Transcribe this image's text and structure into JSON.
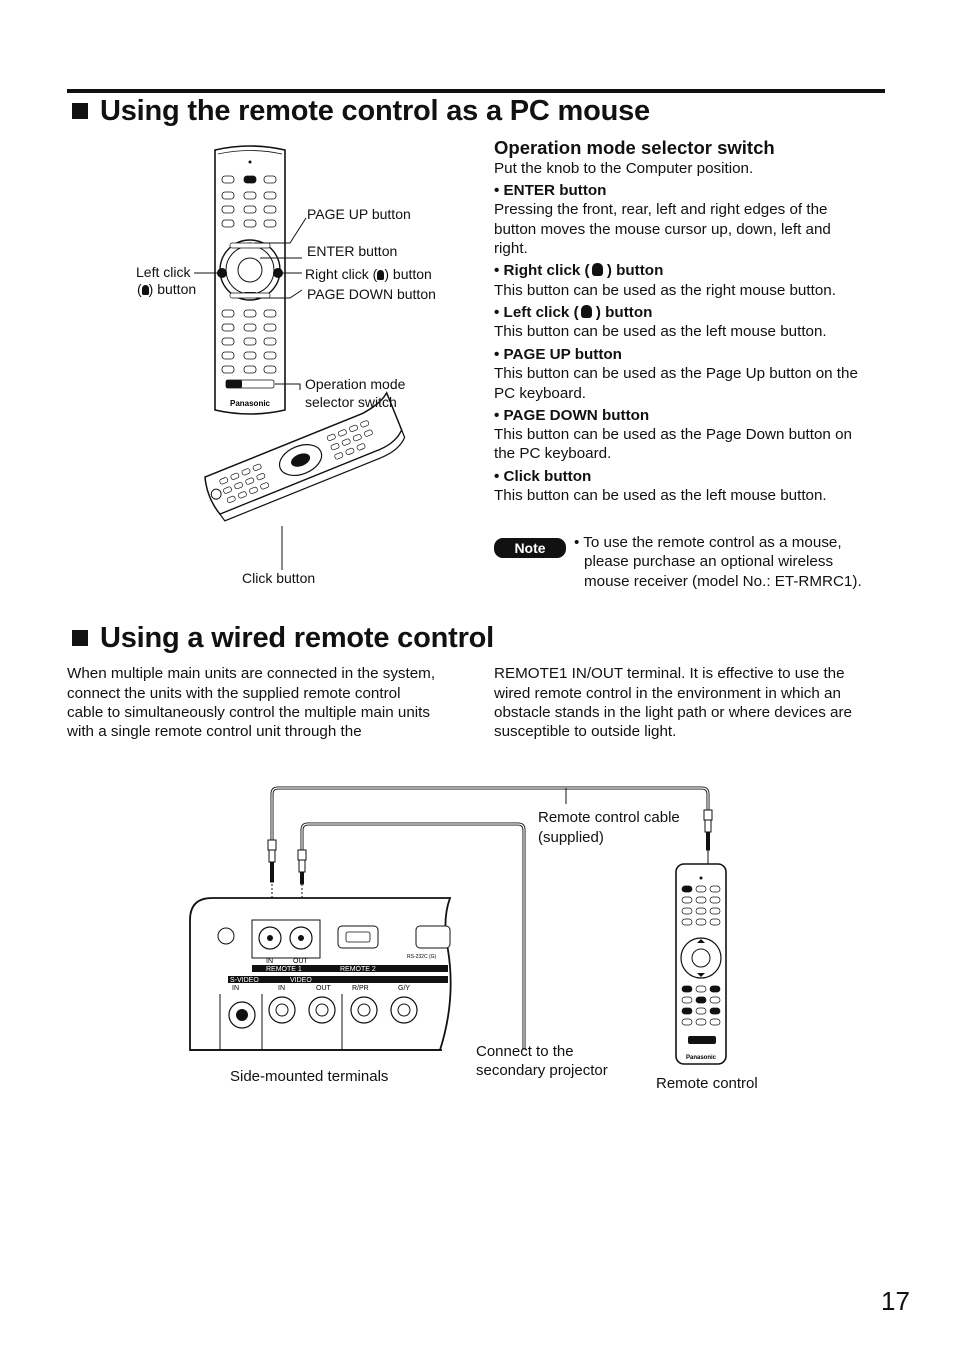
{
  "section1": {
    "title": "Using the remote control as a PC mouse",
    "subheading": "Operation mode selector switch",
    "intro": "Put the knob to the Computer position.",
    "items": [
      {
        "title": "• ENTER button",
        "lines": [
          "Pressing the front, rear, left and right edges of the",
          "button moves the mouse cursor up, down, left and",
          "right."
        ]
      },
      {
        "title_pre": "• Right click (",
        "title_post": " ) button",
        "lines": [
          "This button can be used as the right mouse button."
        ]
      },
      {
        "title_pre": "• Left click (",
        "title_post": " ) button",
        "lines": [
          "This button can be used as the left mouse button."
        ]
      },
      {
        "title": "• PAGE UP button",
        "lines": [
          "This button can be used as the Page Up button on the",
          "PC keyboard."
        ]
      },
      {
        "title": "• PAGE DOWN button",
        "lines": [
          "This button can be used as the Page Down button on",
          "the PC keyboard."
        ]
      },
      {
        "title": "• Click button",
        "lines": [
          "This button can be used as the left mouse button."
        ]
      }
    ],
    "note_label": "Note",
    "note_lines": [
      "• To use the remote control as a mouse,",
      "please purchase an optional wireless",
      "mouse receiver (model No.: ET-RMRC1)."
    ],
    "callouts": {
      "page_up": "PAGE UP button",
      "enter": "ENTER button",
      "right_click_pre": "Right click (",
      "right_click_post": ") button",
      "page_down": "PAGE DOWN button",
      "left_click_line1": "Left click",
      "left_click_pre": "(",
      "left_click_post": ") button",
      "op_mode_line1": "Operation mode",
      "op_mode_line2": "selector switch",
      "click_button": "Click button"
    }
  },
  "section2": {
    "title": "Using a wired remote control",
    "col1": [
      "When multiple main units are connected in the system,",
      "connect the units with the supplied remote control",
      "cable to simultaneously control the multiple main units",
      "with a single remote control unit through the"
    ],
    "col2": [
      "REMOTE1 IN/OUT terminal.  It is effective to use the",
      "wired remote control in the environment in which an",
      "obstacle stands in the light path or where devices are",
      "susceptible to outside light."
    ],
    "callouts": {
      "cable_line1": "Remote control cable",
      "cable_line2": "(supplied)",
      "connect_line1": "Connect to the",
      "connect_line2": "secondary projector",
      "side_terminals": "Side-mounted terminals",
      "remote_control": "Remote control"
    },
    "panel_labels": {
      "in": "IN",
      "out": "OUT",
      "remote1": "REMOTE 1",
      "remote2": "REMOTE 2",
      "svideo": "S-VIDEO",
      "video": "VIDEO",
      "in2": "IN",
      "out2": "OUT",
      "rpr": "R/PR",
      "gy": "G/Y",
      "rs232": "RS-232C (G)",
      "brand": "Panasonic"
    }
  },
  "page_number": "17"
}
